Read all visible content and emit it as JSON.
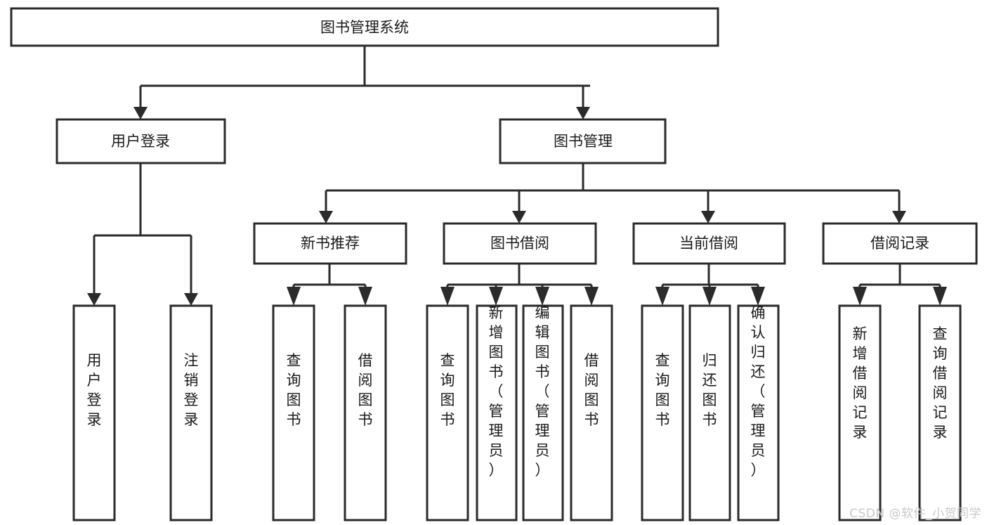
{
  "diagram": {
    "type": "tree-hierarchy",
    "title": "图书管理系统",
    "style": {
      "background": "#ffffff",
      "box_fill": "#ffffff",
      "box_stroke": "#2b2b2b",
      "text_color": "#1a1a1a",
      "watermark_color": "#c9c9c9"
    },
    "root": {
      "label": "图书管理系统"
    },
    "level2": [
      {
        "label": "用户登录"
      },
      {
        "label": "图书管理"
      }
    ],
    "level3": [
      {
        "label": "新书推荐"
      },
      {
        "label": "图书借阅"
      },
      {
        "label": "当前借阅"
      },
      {
        "label": "借阅记录"
      }
    ],
    "leaves": {
      "user_login": [
        {
          "label": "用户登录"
        },
        {
          "label": "注销登录"
        }
      ],
      "new_book_recommend": [
        {
          "label": "查询图书"
        },
        {
          "label": "借阅图书"
        }
      ],
      "book_borrow": [
        {
          "label": "查询图书"
        },
        {
          "label": "新增图书（管理员）"
        },
        {
          "label": "编辑图书（管理员）"
        },
        {
          "label": "借阅图书"
        }
      ],
      "current_borrow": [
        {
          "label": "查询图书"
        },
        {
          "label": "归还图书"
        },
        {
          "label": "确认归还（管理员）"
        }
      ],
      "borrow_record": [
        {
          "label": "新增借阅记录"
        },
        {
          "label": "查询借阅记录"
        }
      ]
    }
  },
  "watermark": {
    "text": "CSDN @软件_小贺同学"
  }
}
